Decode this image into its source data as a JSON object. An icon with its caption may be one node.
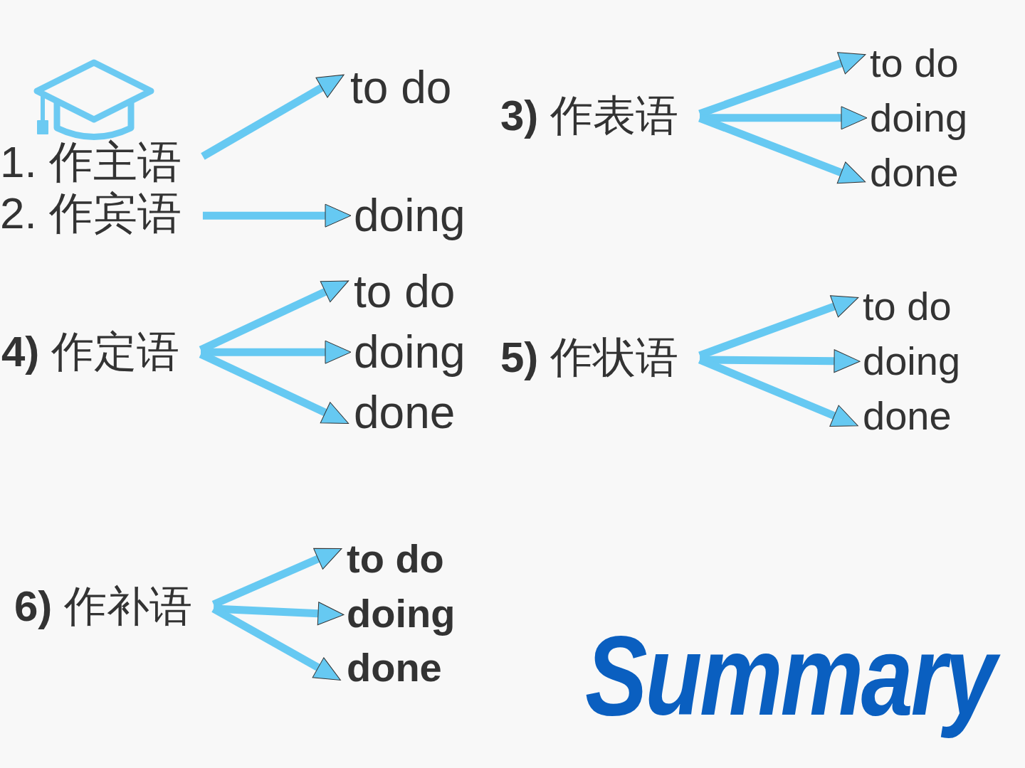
{
  "diagram": {
    "title": "Summary",
    "nodes": [
      {
        "text": [
          "1. 作主语",
          "2. 作宾语"
        ]
      },
      {
        "text": [
          "to do"
        ]
      },
      {
        "text": [
          "doing"
        ]
      },
      {
        "text": [
          "**3)** 作表语"
        ]
      },
      {
        "text": [
          "to do"
        ]
      },
      {
        "text": [
          "doing"
        ]
      },
      {
        "text": [
          "done"
        ]
      },
      {
        "text": [
          "**4)** 作定语"
        ]
      },
      {
        "text": [
          "to do"
        ]
      },
      {
        "text": [
          "doing"
        ]
      },
      {
        "text": [
          "done"
        ]
      },
      {
        "text": [
          "**5)** 作状语"
        ]
      },
      {
        "text": [
          "to do"
        ]
      },
      {
        "text": [
          "doing"
        ]
      },
      {
        "text": [
          "done"
        ]
      },
      {
        "text": [
          "**6)** 作补语"
        ]
      },
      {
        "text": [
          "to do"
        ]
      },
      {
        "text": [
          "doing"
        ]
      },
      {
        "text": [
          "done"
        ]
      }
    ],
    "edges": [
      {
        "from": 0,
        "to": 1,
        "arrow": "to"
      },
      {
        "from": 0,
        "to": 2,
        "arrow": "to"
      },
      {
        "from": 3,
        "to": 4,
        "arrow": "to"
      },
      {
        "from": 3,
        "to": 5,
        "arrow": "to"
      },
      {
        "from": 3,
        "to": 6,
        "arrow": "to"
      },
      {
        "from": 7,
        "to": 8,
        "arrow": "to"
      },
      {
        "from": 7,
        "to": 9,
        "arrow": "to"
      },
      {
        "from": 7,
        "to": 10,
        "arrow": "to"
      },
      {
        "from": 11,
        "to": 12,
        "arrow": "to"
      },
      {
        "from": 11,
        "to": 13,
        "arrow": "to"
      },
      {
        "from": 11,
        "to": 14,
        "arrow": "to"
      },
      {
        "from": 15,
        "to": 16,
        "arrow": "to"
      },
      {
        "from": 15,
        "to": 17,
        "arrow": "to"
      },
      {
        "from": 15,
        "to": 18,
        "arrow": "to"
      }
    ]
  }
}
